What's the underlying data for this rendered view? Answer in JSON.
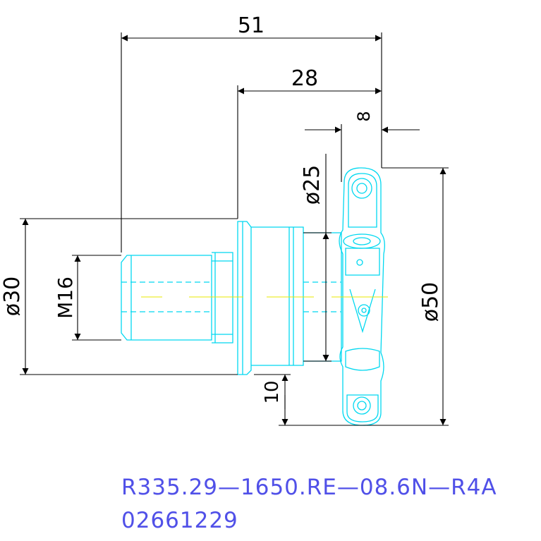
{
  "dimensions": {
    "overall_length": "51",
    "shank_length": "28",
    "insert_width": "8",
    "body_diameter": "ø25",
    "thread_size": "M16",
    "flange_diameter": "ø30",
    "cutting_diameter": "ø50",
    "offset": "10"
  },
  "title_block": {
    "designation": "R335.29—1650.RE—08.6N—R4A",
    "item_number": "02661229"
  },
  "colors": {
    "outline": "#00d8f0",
    "dimension": "#000000",
    "centerline": "#e8e800",
    "title": "#5050e8"
  }
}
